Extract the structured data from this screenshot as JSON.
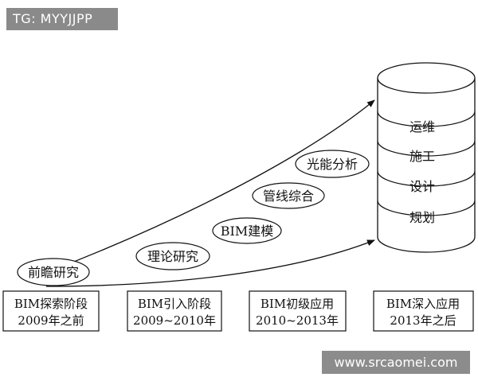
{
  "watermarks": {
    "top": "TG: MYYJJPP",
    "bottom": "www.srcaomei.com"
  },
  "ellipse_labels": [
    "前瞻研究",
    "理论研究",
    "BIM建模",
    "管线综合",
    "光能分析"
  ],
  "cylinder_layers": [
    "运维",
    "施工",
    "设计",
    "规划"
  ],
  "stages": [
    {
      "line1": "BIM探索阶段",
      "line2": "2009年之前"
    },
    {
      "line1": "BIM引入阶段",
      "line2": "2009~2010年"
    },
    {
      "line1": "BIM初级应用",
      "line2": "2010~2013年"
    },
    {
      "line1": "BIM深入应用",
      "line2": "2013年之后"
    }
  ]
}
